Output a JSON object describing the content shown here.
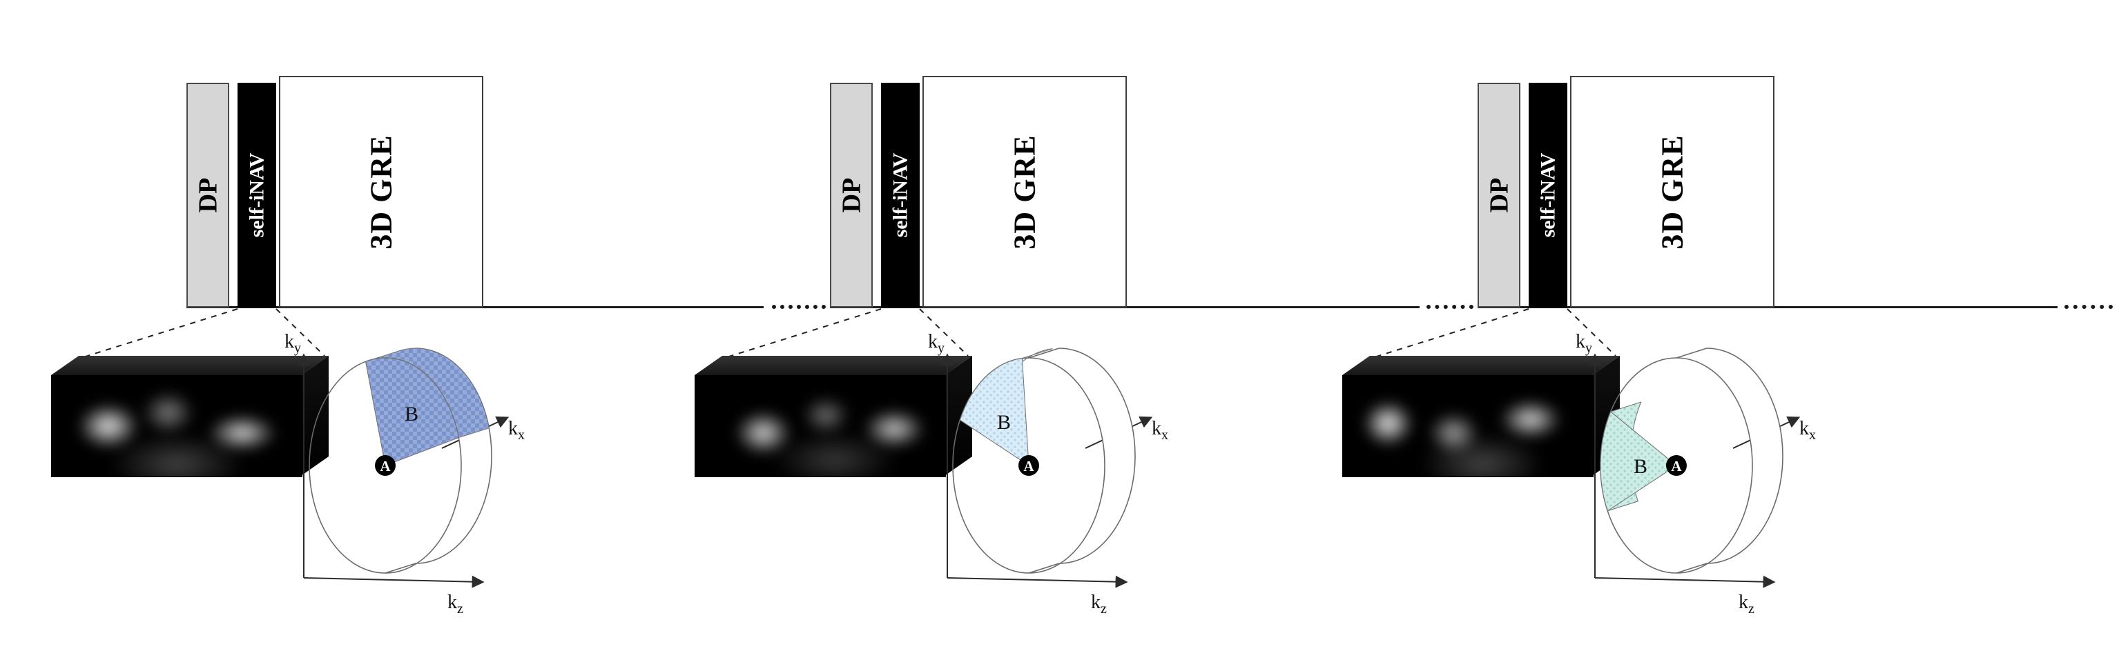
{
  "figure": {
    "panels": [
      {
        "dp": "DP",
        "inav": "self-iNAV",
        "gre": "3D GRE",
        "kspace": {
          "ky_base": "k",
          "ky_sub": "y",
          "kx_base": "k",
          "kx_sub": "x",
          "kz_base": "k",
          "kz_sub": "z",
          "a": "A",
          "b": "B",
          "sector_fill": "#96abd9",
          "sector_accent": "#7b93cb"
        }
      },
      {
        "dp": "DP",
        "inav": "self-iNAV",
        "gre": "3D GRE",
        "kspace": {
          "ky_base": "k",
          "ky_sub": "y",
          "kx_base": "k",
          "kx_sub": "x",
          "kz_base": "k",
          "kz_sub": "z",
          "a": "A",
          "b": "B",
          "sector_fill": "#d9ecf8",
          "sector_accent": "#aed2e9"
        }
      },
      {
        "dp": "DP",
        "inav": "self-iNAV",
        "gre": "3D GRE",
        "kspace": {
          "ky_base": "k",
          "ky_sub": "y",
          "kx_base": "k",
          "kx_sub": "x",
          "kz_base": "k",
          "kz_sub": "z",
          "a": "A",
          "b": "B",
          "sector_fill": "#cdece5",
          "sector_accent": "#9fd6c9"
        }
      }
    ]
  }
}
